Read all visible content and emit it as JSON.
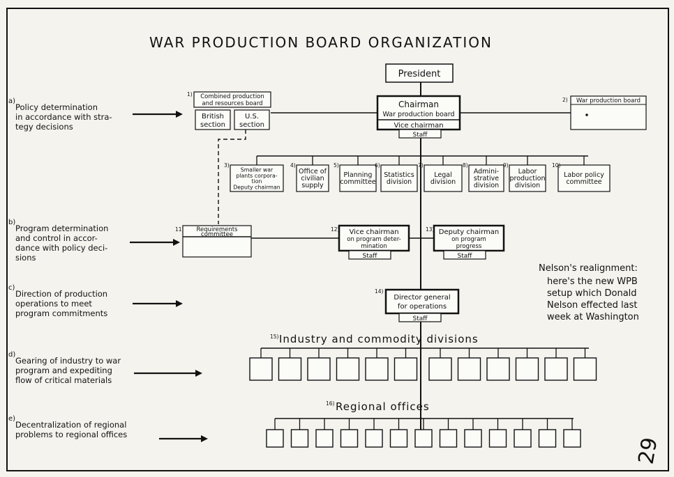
{
  "title": "WAR PRODUCTION BOARD ORGANIZATION",
  "boxes": {
    "president": "President",
    "chairman": [
      "Chairman",
      "War production board"
    ],
    "vice_chairman": "Vice chairman",
    "chairman_staff": "Staff",
    "crb_num": "1)",
    "crb": [
      "Combined production",
      "and resources board"
    ],
    "british": [
      "British",
      "section"
    ],
    "us": [
      "U.S.",
      "section"
    ],
    "wpb_num": "2)",
    "wpb": "War production board",
    "req_num": "11)",
    "req": [
      "Requirements",
      "committee"
    ],
    "vc_prog_num": "12)",
    "vc_prog": [
      "Vice chairman",
      "on program deter-",
      "mination"
    ],
    "vc_prog_staff": "Staff",
    "dc_prog_num": "13)",
    "dc_prog": [
      "Deputy chairman",
      "on program",
      "progress"
    ],
    "dc_prog_staff": "Staff",
    "dg_num": "14)",
    "dg": [
      "Director general",
      "for operations"
    ],
    "dg_staff": "Staff",
    "industry_num": "15)",
    "industry": "Industry and commodity divisions",
    "regional_num": "16)",
    "regional": "Regional offices"
  },
  "divisions": [
    {
      "num": "3)",
      "lines": [
        "Smaller war",
        "plants corpora-",
        "tion",
        "Deputy chairman"
      ]
    },
    {
      "num": "4)",
      "lines": [
        "Office of",
        "civilian",
        "supply"
      ]
    },
    {
      "num": "5)",
      "lines": [
        "Planning",
        "committee"
      ]
    },
    {
      "num": "6)",
      "lines": [
        "Statistics",
        "division"
      ]
    },
    {
      "num": "7)",
      "lines": [
        "Legal",
        "division"
      ]
    },
    {
      "num": "8)",
      "lines": [
        "Admini-",
        "strative",
        "division"
      ]
    },
    {
      "num": "9)",
      "lines": [
        "Labor",
        "production",
        "division"
      ]
    },
    {
      "num": "10)",
      "lines": [
        "Labor policy",
        "committee"
      ]
    }
  ],
  "side_notes": [
    {
      "letter": "a)",
      "lines": [
        "Policy determination",
        "in accordance with stra-",
        "tegy decisions"
      ]
    },
    {
      "letter": "b)",
      "lines": [
        "Program determination",
        "and control in accor-",
        "dance with policy deci-",
        "sions"
      ]
    },
    {
      "letter": "c)",
      "lines": [
        "Direction of production",
        "operations to meet",
        "program commitments"
      ]
    },
    {
      "letter": "d)",
      "lines": [
        "Gearing of industry to war",
        "program and expediting",
        "flow of critical materials"
      ]
    },
    {
      "letter": "e)",
      "lines": [
        "Decentralization of regional",
        "problems to regional offices"
      ]
    }
  ],
  "note": [
    "Nelson's realignment:",
    "here's the new WPB",
    "setup which Donald",
    "Nelson effected last",
    "week at Washington"
  ],
  "industry_box_count": 12,
  "regional_box_count": 13,
  "page_mark": "29"
}
